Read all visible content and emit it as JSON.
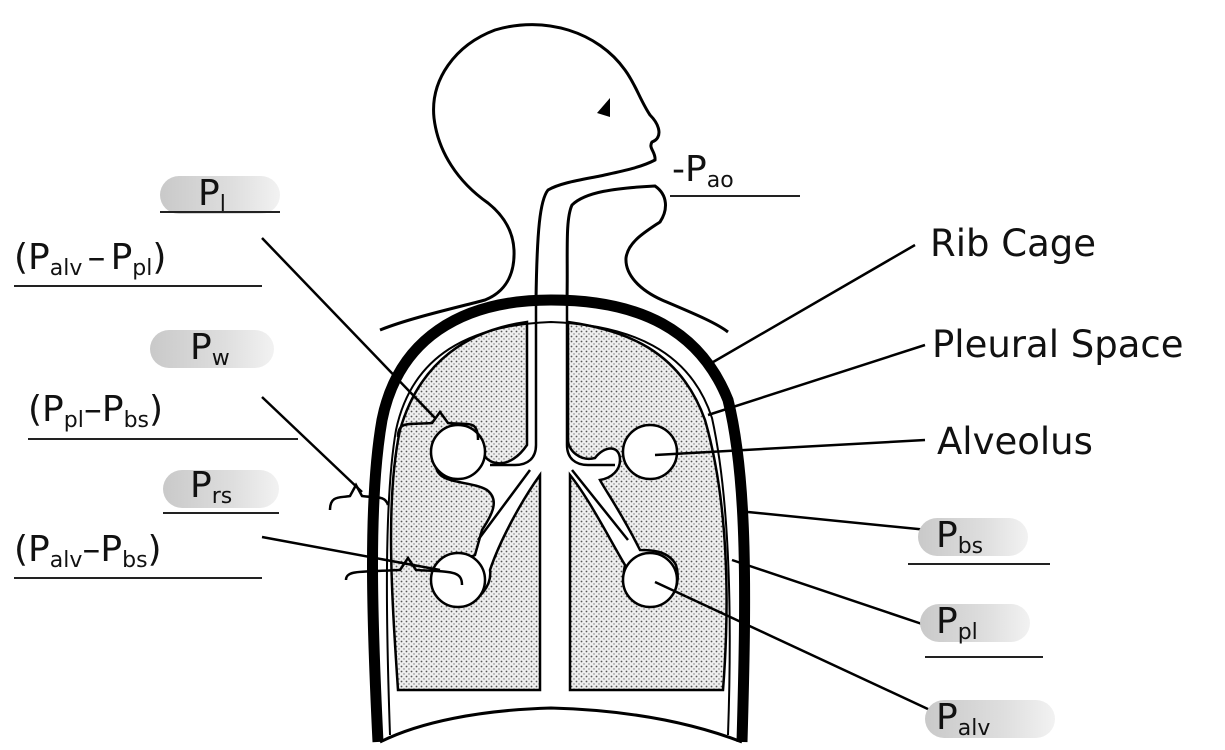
{
  "structures": {
    "rib_cage": "Rib Cage",
    "pleural_space": "Pleural Space",
    "alveolus": "Alveolus"
  },
  "pressures": {
    "pl": {
      "main": "P",
      "sub": "l"
    },
    "w": {
      "main": "P",
      "sub": "w"
    },
    "rs": {
      "main": "P",
      "sub": "rs"
    },
    "ao": {
      "prefix": "-",
      "main": "P",
      "sub": "ao"
    },
    "bs": {
      "main": "P",
      "sub": "bs"
    },
    "ppl": {
      "main": "P",
      "sub": "pl"
    },
    "alv": {
      "main": "P",
      "sub": "alv"
    }
  },
  "equations": {
    "pl": {
      "open": "(",
      "a": "P",
      "a_sub": "alv",
      "op": "–",
      "b": "P",
      "b_sub": "pl",
      "close": ")"
    },
    "w": {
      "open": "(",
      "a": "P",
      "a_sub": "pl",
      "op": "–",
      "b": "P",
      "b_sub": "bs",
      "close": ")"
    },
    "rs": {
      "open": "(",
      "a": "P",
      "a_sub": "alv",
      "op": "–",
      "b": "P",
      "b_sub": "bs",
      "close": ")"
    }
  },
  "colors": {
    "ink": "#000000",
    "lung_fill": "#d9d9d9",
    "label_highlight": "#d0d0d0"
  }
}
